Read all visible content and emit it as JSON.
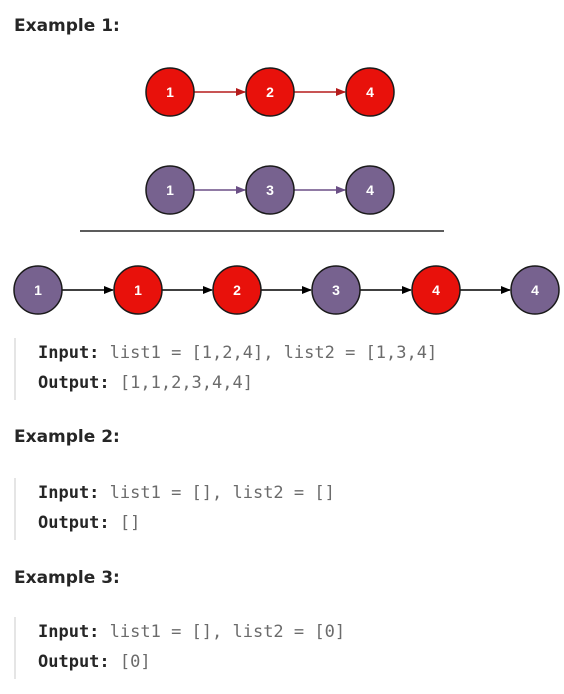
{
  "examples": [
    {
      "heading": "Example 1:",
      "input_label": "Input:",
      "input_value": "list1 = [1,2,4], list2 = [1,3,4]",
      "output_label": "Output:",
      "output_value": "[1,1,2,3,4,4]"
    },
    {
      "heading": "Example 2:",
      "input_label": "Input:",
      "input_value": "list1 = [], list2 = []",
      "output_label": "Output:",
      "output_value": "[]"
    },
    {
      "heading": "Example 3:",
      "input_label": "Input:",
      "input_value": "list1 = [], list2 = [0]",
      "output_label": "Output:",
      "output_value": "[0]"
    }
  ],
  "diagram": {
    "colors": {
      "red": "#e8110b",
      "purple": "#77628f",
      "stroke": "#1a1a1a",
      "red_arrow": "#b51c1c",
      "purple_arrow": "#6b4f86",
      "merged_arrow": "#000000"
    },
    "list1": [
      {
        "label": "1",
        "color": "red"
      },
      {
        "label": "2",
        "color": "red"
      },
      {
        "label": "4",
        "color": "red"
      }
    ],
    "list2": [
      {
        "label": "1",
        "color": "purple"
      },
      {
        "label": "3",
        "color": "purple"
      },
      {
        "label": "4",
        "color": "purple"
      }
    ],
    "merged": [
      {
        "label": "1",
        "color": "purple"
      },
      {
        "label": "1",
        "color": "red"
      },
      {
        "label": "2",
        "color": "red"
      },
      {
        "label": "3",
        "color": "purple"
      },
      {
        "label": "4",
        "color": "red"
      },
      {
        "label": "4",
        "color": "purple"
      }
    ]
  }
}
